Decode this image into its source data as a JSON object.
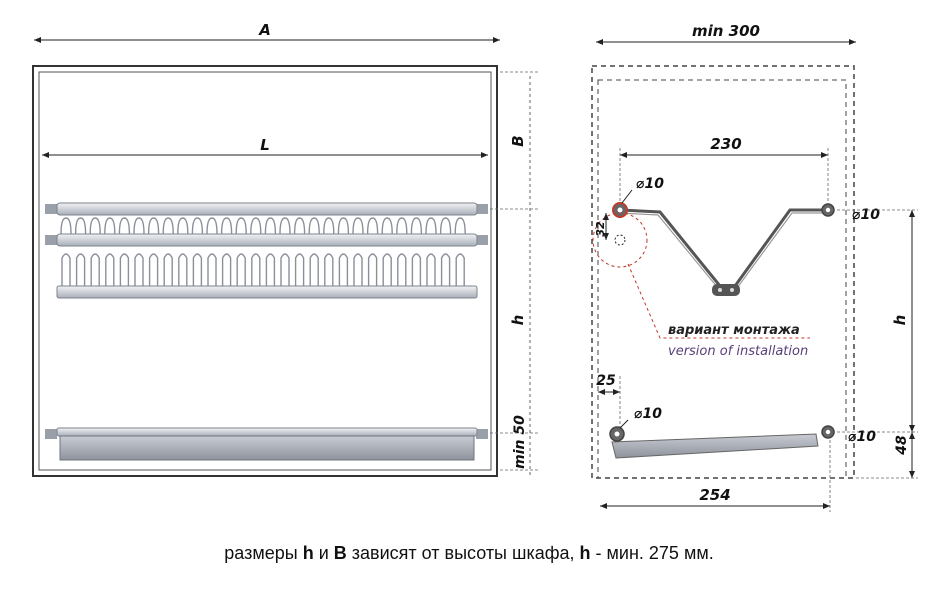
{
  "labels": {
    "A": "A",
    "L": "L",
    "B": "B",
    "h_left": "h",
    "min50": "min 50",
    "min300": "min 300",
    "d230": "230",
    "d10_tl": "⌀10",
    "d10_tr": "⌀10",
    "d10_bl": "⌀10",
    "d10_br": "⌀10",
    "d32": "32",
    "variant_ru": "вариант монтажа",
    "variant_en": "version of installation",
    "d25": "25",
    "h_right": "h",
    "d48": "48",
    "d254": "254"
  },
  "caption": {
    "p1": "размеры ",
    "h1": "h",
    "p2": " и ",
    "B": "B",
    "p3": " зависят от высоты шкафа, ",
    "h2": "h",
    "p4": " - мин. 275 мм."
  },
  "colors": {
    "line": "#222222",
    "rack": "#8a8f9a",
    "rack_fill": "#d7dae2",
    "tray": "#9a9ea6",
    "red": "#c0392b",
    "note_en": "#5a3f7a"
  }
}
